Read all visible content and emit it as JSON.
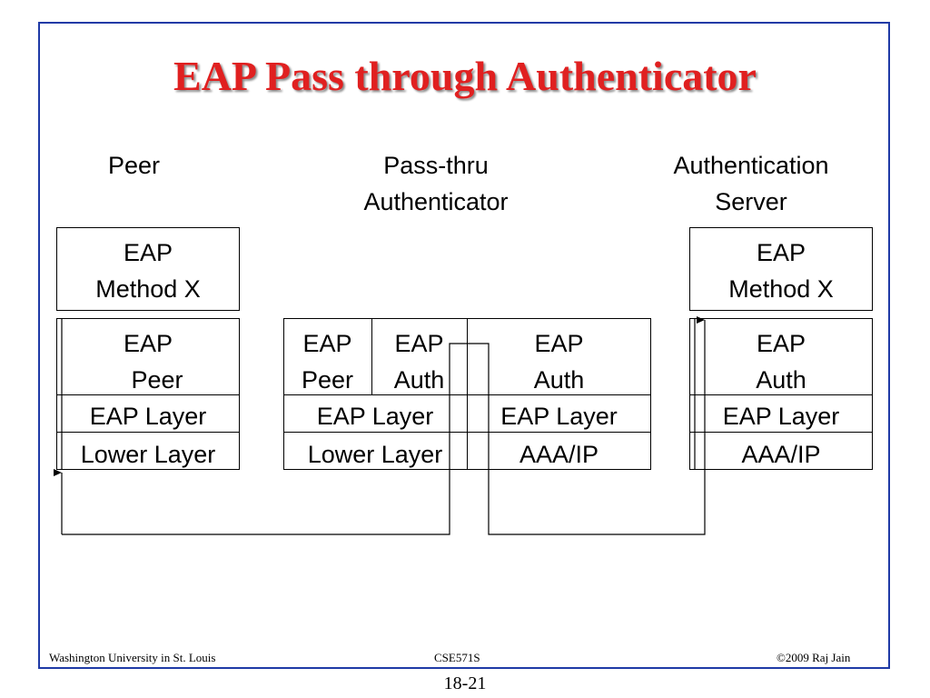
{
  "title": "EAP Pass through Authenticator",
  "headers": {
    "peer": "Peer",
    "passthru_line1": "Pass-thru",
    "passthru_line2": "Authenticator",
    "server_line1": "Authentication",
    "server_line2": "Server"
  },
  "peer_stack": {
    "method_line1": "EAP",
    "method_line2": "Method X",
    "eap_line1": "EAP",
    "eap_line2": "Peer",
    "eap_layer": "EAP Layer",
    "lower_layer": "Lower Layer"
  },
  "authenticator_stack": {
    "left_eap_line1": "EAP",
    "left_eap_line2": "Peer",
    "mid_eap_line1": "EAP",
    "mid_eap_line2": "Auth",
    "right_eap_line1": "EAP",
    "right_eap_line2": "Auth",
    "left_eap_layer": "EAP Layer",
    "right_eap_layer": "EAP Layer",
    "lower_layer": "Lower Layer",
    "aaa_ip": "AAA/IP"
  },
  "server_stack": {
    "method_line1": "EAP",
    "method_line2": "Method X",
    "eap_line1": "EAP",
    "eap_line2": "Auth",
    "eap_layer": "EAP Layer",
    "aaa_ip": "AAA/IP"
  },
  "footer": {
    "left": "Washington University in St. Louis",
    "center": "CSE571S",
    "right": "©2009 Raj Jain",
    "page": "18-21"
  },
  "colors": {
    "title": "#e02020",
    "frame": "#1f3aa6"
  }
}
